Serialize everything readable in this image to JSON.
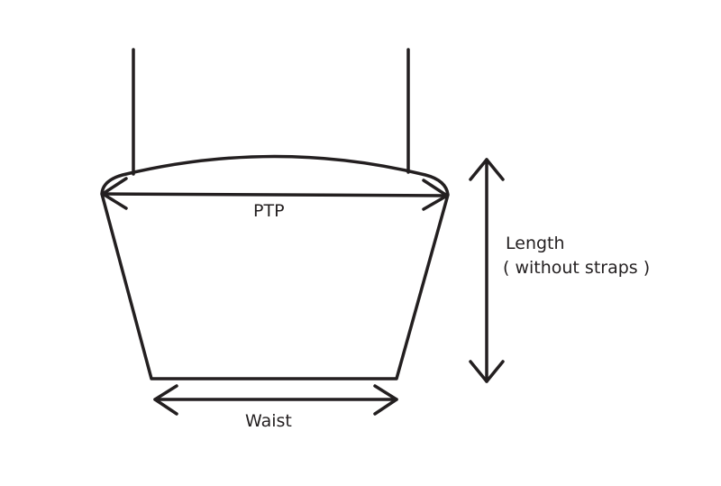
{
  "diagram": {
    "labels": {
      "ptp": "PTP",
      "length": "Length",
      "length_note": "( without straps )",
      "waist": "Waist"
    },
    "colors": {
      "line": "#231f20",
      "background": "#ffffff"
    }
  }
}
